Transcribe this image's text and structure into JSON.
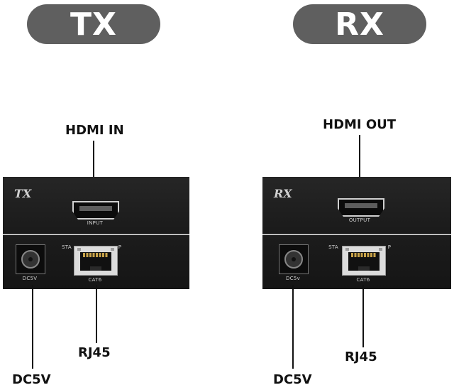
{
  "pills": {
    "tx": "TX",
    "rx": "RX"
  },
  "tx": {
    "hdmi_callout": "HDMI IN",
    "badge": "TX",
    "hdmi_port_label": "INPUT",
    "led_left": "STA",
    "led_right": "P",
    "dc_label": "DC5V",
    "rj_label": "CAT6",
    "rj_callout": "RJ45",
    "dc_callout": "DC5V"
  },
  "rx": {
    "hdmi_callout": "HDMI OUT",
    "badge": "RX",
    "hdmi_port_label": "OUTPUT",
    "led_left": "STA",
    "led_right": "P",
    "dc_label": "DC5v",
    "rj_label": "CAT6",
    "rj_callout": "RJ45",
    "dc_callout": "DC5V"
  },
  "colors": {
    "pill": "#5f5f5f",
    "device": "#1e1e1e",
    "line": "#111111"
  }
}
